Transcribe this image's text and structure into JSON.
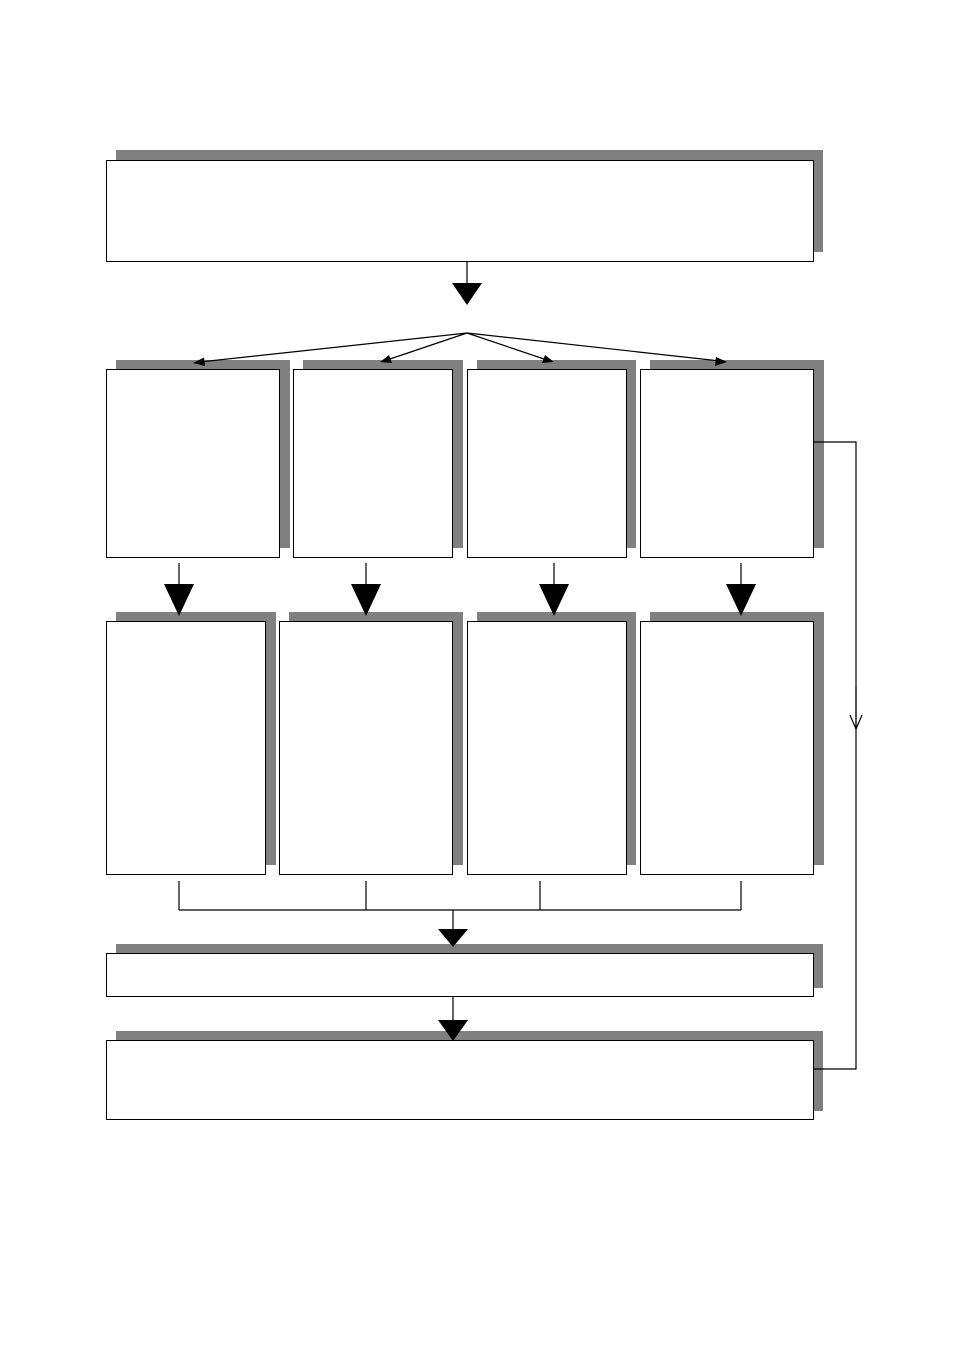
{
  "diagram": {
    "type": "flowchart",
    "colors": {
      "border": "#000000",
      "shadow": "#808080",
      "fill": "#ffffff"
    },
    "boxes": [
      {
        "id": "top",
        "label": ""
      },
      {
        "id": "level1-a",
        "label": ""
      },
      {
        "id": "level1-b",
        "label": ""
      },
      {
        "id": "level1-c",
        "label": ""
      },
      {
        "id": "level1-d",
        "label": ""
      },
      {
        "id": "level2-a",
        "label": ""
      },
      {
        "id": "level2-b",
        "label": ""
      },
      {
        "id": "level2-c",
        "label": ""
      },
      {
        "id": "level2-d",
        "label": ""
      },
      {
        "id": "merge",
        "label": ""
      },
      {
        "id": "bottom",
        "label": ""
      }
    ],
    "edges": [
      {
        "from": "top",
        "to": "level1-a"
      },
      {
        "from": "top",
        "to": "level1-b"
      },
      {
        "from": "top",
        "to": "level1-c"
      },
      {
        "from": "top",
        "to": "level1-d"
      },
      {
        "from": "level1-a",
        "to": "level2-a"
      },
      {
        "from": "level1-b",
        "to": "level2-b"
      },
      {
        "from": "level1-c",
        "to": "level2-c"
      },
      {
        "from": "level1-d",
        "to": "level2-d"
      },
      {
        "from": "level2-a",
        "to": "merge"
      },
      {
        "from": "level2-b",
        "to": "merge"
      },
      {
        "from": "level2-c",
        "to": "merge"
      },
      {
        "from": "level2-d",
        "to": "merge"
      },
      {
        "from": "merge",
        "to": "bottom"
      },
      {
        "from": "level1-d",
        "to": "bottom"
      }
    ]
  }
}
